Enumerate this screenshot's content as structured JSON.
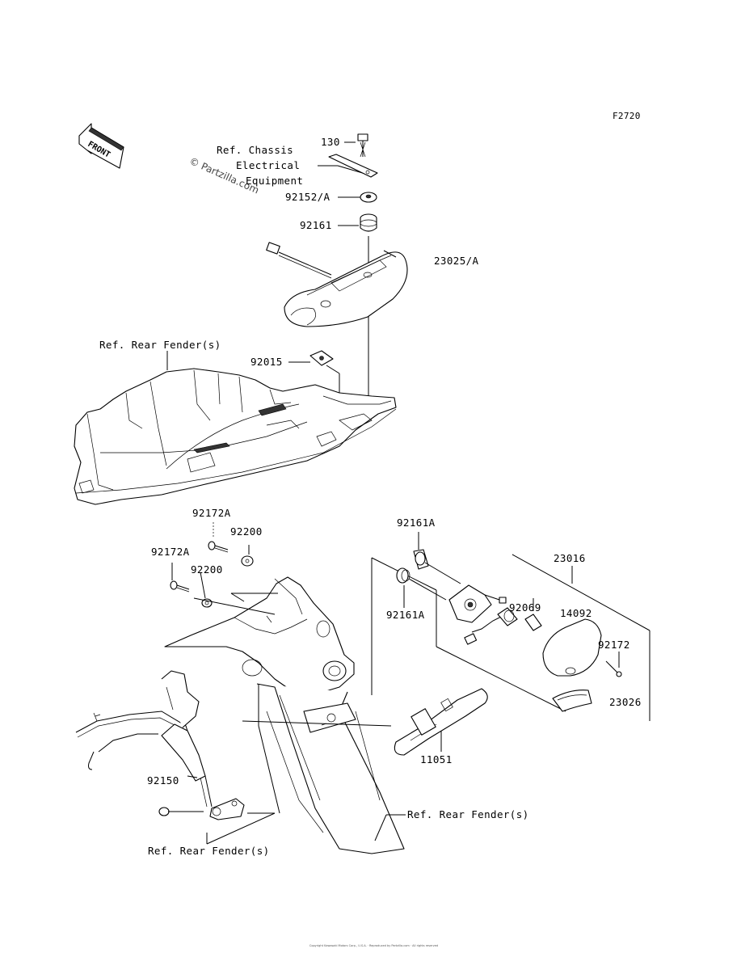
{
  "figure_id": "F2720",
  "orientation_badge": "FRONT",
  "watermark": "© Partzilla.com",
  "footer_text": "Copyright Kawasaki Motors Corp., U.S.A. · Reproduced by Partzilla.com · All rights reserved",
  "labels": {
    "p130": "130",
    "ref_chassis_1": "Ref. Chassis",
    "ref_chassis_2": "Electrical",
    "ref_chassis_3": "Equipment",
    "p92152A": "92152/A",
    "p92161": "92161",
    "p23025A": "23025/A",
    "ref_rear_fender_top": "Ref. Rear Fender(s)",
    "p92015": "92015",
    "p92172A_top": "92172A",
    "p92200_top": "92200",
    "p92172A_mid": "92172A",
    "p92200_mid": "92200",
    "p92161A_top": "92161A",
    "p92161A_bottom": "92161A",
    "p23016": "23016",
    "p92069": "92069",
    "p14092": "14092",
    "p92172": "92172",
    "p23026": "23026",
    "p11051": "11051",
    "p92150": "92150",
    "ref_rear_fender_right": "Ref. Rear Fender(s)",
    "ref_rear_fender_bottom": "Ref. Rear Fender(s)"
  }
}
